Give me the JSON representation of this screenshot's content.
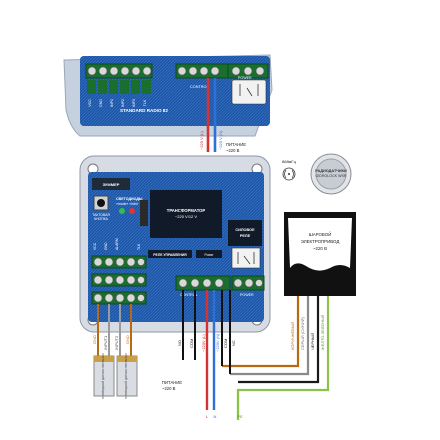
{
  "top_board": {
    "name": "STANDARD RADIO 82",
    "control_label": "CONTROL",
    "power_label": "POWER",
    "terminal_labels": [
      "VCC",
      "GND",
      "INP1",
      "INP2",
      "INP3",
      "TLK"
    ]
  },
  "top_power": {
    "wire_labels": [
      "~220 V (L)",
      "~220 V (N)"
    ],
    "caption_line1": "ПИТАНИЕ",
    "caption_line2": "~220 В"
  },
  "radio": {
    "freq": "868мГц",
    "sensor_line1": "РАДИОДАТЧИКИ",
    "sensor_line2": "GIDROLOCK WSR"
  },
  "main_board": {
    "buzzer": "ЗУММЕР",
    "leds_title": "СВЕТОДИОДЫ",
    "leds_sub": "«mode» «info»",
    "tact_line1": "ТАКТОВАЯ",
    "tact_line2": "КНОПКА",
    "transformer_line1": "ТРАНСФОРМАТОР",
    "transformer_line2": "~220 V/12 V",
    "relay_line1": "СИЛОВОЕ",
    "relay_line2": "РЕЛЕ",
    "relay_control": "РЕЛЕ УПРАВЛЕНИЯ",
    "power_led": "Power",
    "vcc": "VCC",
    "gnd": "GND",
    "alarm": "ALARM",
    "tlk": "TLK",
    "control": "CONTROL",
    "power": "POWER"
  },
  "valve": {
    "line1": "ШАРОВОЙ",
    "line2": "ЭЛЕКТРОПРИВОД",
    "line3": "~220 В"
  },
  "wire_labels": {
    "gnd_left": "GND",
    "input1": "INPUT1",
    "input2": "INPUT2",
    "gnd_mid": "GND",
    "no": "NO",
    "com1": "COM",
    "v220l": "~220V (L)",
    "v220n": "~220V (N)",
    "com2": "COM",
    "nc": "NC",
    "brown": "КОРИЧНЕВЫЙ",
    "gray": "СЕРЫЙ (СИНИЙ)",
    "black": "ЧЕРНЫЙ",
    "yellowgreen": "ЖЕЛТО-ЗЕЛЕНЫЙ"
  },
  "sensor_text": "ПРОВОДНОЙ ДАТЧИК ПРОТЕЧКИ",
  "bottom_power": {
    "caption_line1": "ПИТАНИЕ",
    "caption_line2": "~220 В",
    "letters": [
      "L",
      "N",
      "PE"
    ]
  }
}
